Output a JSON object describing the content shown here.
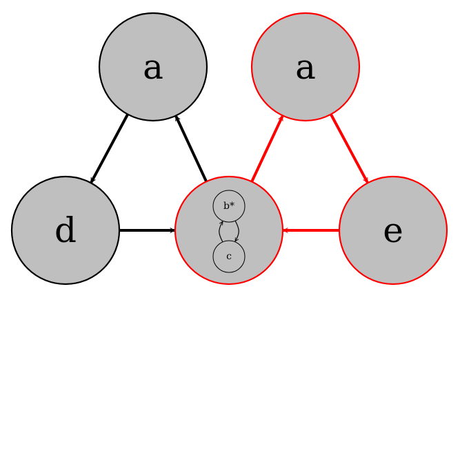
{
  "diagram": {
    "colors": {
      "node_fill": "#bfbfbf",
      "default_stroke": "#000000",
      "highlight_stroke": "#ff0000",
      "inner_stroke": "#000000"
    },
    "nodes": [
      {
        "id": "a-left",
        "label": "a",
        "highlighted": false
      },
      {
        "id": "a-right",
        "label": "a",
        "highlighted": true
      },
      {
        "id": "d",
        "label": "d",
        "highlighted": false
      },
      {
        "id": "e",
        "label": "e",
        "highlighted": true
      },
      {
        "id": "compound",
        "label": "",
        "highlighted": true,
        "inner_nodes": [
          {
            "id": "b-star",
            "label": "b*"
          },
          {
            "id": "c",
            "label": "c"
          }
        ],
        "inner_edges": [
          {
            "from": "b-star",
            "to": "c"
          },
          {
            "from": "c",
            "to": "b-star"
          }
        ]
      }
    ],
    "edges": [
      {
        "from": "a-left",
        "to": "d",
        "highlighted": false
      },
      {
        "from": "d",
        "to": "compound",
        "highlighted": false
      },
      {
        "from": "compound",
        "to": "a-left",
        "highlighted": false
      },
      {
        "from": "compound",
        "to": "a-right",
        "highlighted": true
      },
      {
        "from": "a-right",
        "to": "e",
        "highlighted": true
      },
      {
        "from": "e",
        "to": "compound",
        "highlighted": true
      }
    ]
  }
}
